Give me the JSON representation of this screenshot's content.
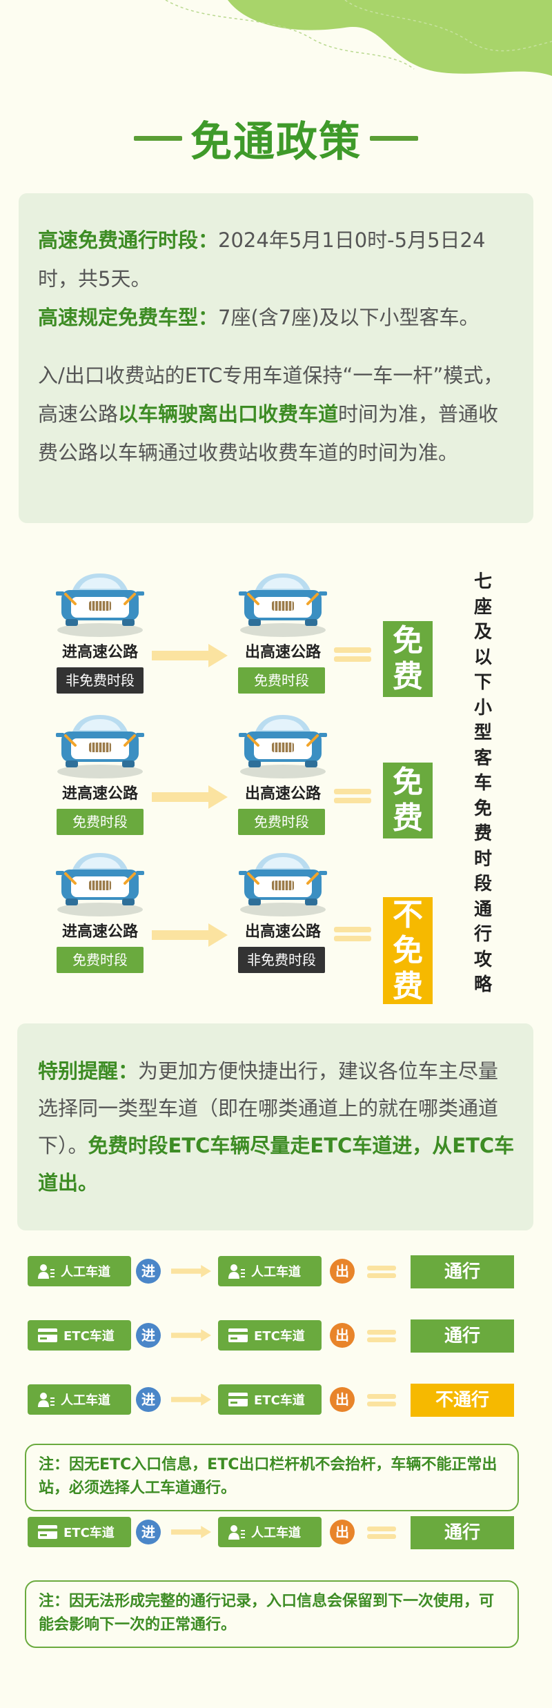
{
  "header": {
    "title": "免通政策"
  },
  "info": {
    "period_label": "高速免费通行时段：",
    "period_value": "2024年5月1日0时-5月5日24时，共5天。",
    "vehicle_label": "高速规定免费车型：",
    "vehicle_value": "7座(含7座)及以下小型客车。",
    "rule_part1": "入/出口收费站的ETC专用车道保持“一车一杆”模式，高速公路",
    "rule_bold": "以车辆驶离出口收费车道",
    "rule_part2": "时间为准，普通收费公路以车辆通过收费站收费车道的时间为准。"
  },
  "diagram": {
    "side_text": "七座及以下小型客车免费时段通行攻略",
    "rows": [
      {
        "entry_label": "进高速公路",
        "entry_tag": "非免费时段",
        "exit_label": "出高速公路",
        "exit_tag": "免费时段",
        "result": "免费"
      },
      {
        "entry_label": "进高速公路",
        "entry_tag": "免费时段",
        "exit_label": "出高速公路",
        "exit_tag": "免费时段",
        "result": "免费"
      },
      {
        "entry_label": "进高速公路",
        "entry_tag": "免费时段",
        "exit_label": "出高速公路",
        "exit_tag": "非免费时段",
        "result": "不免费"
      }
    ],
    "colors": {
      "green": "#6aaa3e",
      "yellow": "#f6b900",
      "dark": "#333333"
    }
  },
  "reminder": {
    "label": "特别提醒：",
    "text": "为更加方便快捷出行，建议各位车主尽量选择同一类型车道（即在哪类通道上的就在哪类通道下）。",
    "bold": "免费时段ETC车辆尽量走ETC车道进，从ETC车道出。"
  },
  "lanes": {
    "in_mark": "进",
    "out_mark": "出",
    "rows": [
      {
        "entry": "人工车道",
        "entry_icon": "person-icon",
        "exit": "人工车道",
        "exit_icon": "person-icon",
        "result": "通行"
      },
      {
        "entry": "ETC车道",
        "entry_icon": "card-icon",
        "exit": "ETC车道",
        "exit_icon": "card-icon",
        "result": "通行"
      },
      {
        "entry": "人工车道",
        "entry_icon": "person-icon",
        "exit": "ETC车道",
        "exit_icon": "card-icon",
        "result": "不通行"
      },
      {
        "entry": "ETC车道",
        "entry_icon": "card-icon",
        "exit": "人工车道",
        "exit_icon": "person-icon",
        "result": "通行"
      }
    ],
    "note1": "注：因无ETC入口信息，ETC出口栏杆机不会抬杆，车辆不能正常出站，必须选择人工车道通行。",
    "note2": "注：因无法形成完整的通行记录，入口信息会保留到下一次使用，可能会影响下一次的正常通行。"
  }
}
